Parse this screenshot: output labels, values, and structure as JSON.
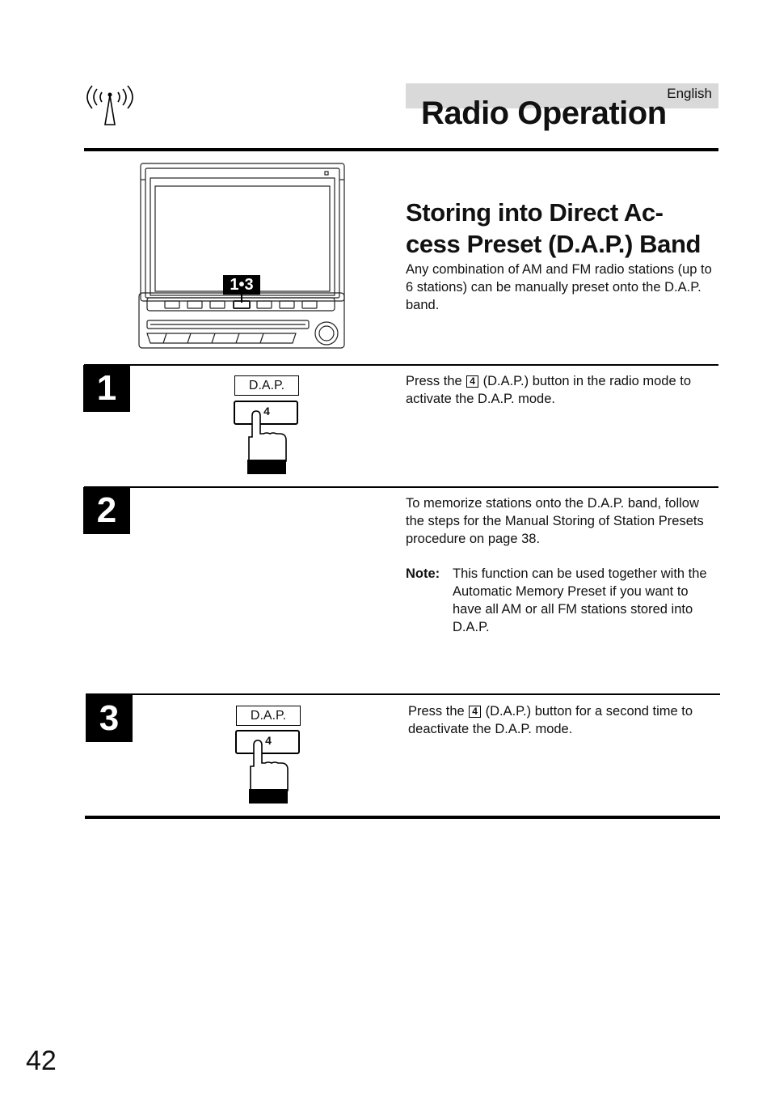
{
  "header": {
    "language": "English",
    "title": "Radio Operation",
    "icon": "antenna-icon"
  },
  "section": {
    "title": "Storing into Direct Ac-\ncess Preset (D.A.P.) Band",
    "intro": "Any combination of AM and FM radio stations (up to 6 stations) can be manually preset onto the D.A.P. band.",
    "figure_callout": "1•3"
  },
  "steps": [
    {
      "number": "1",
      "button_label": "D.A.P.",
      "button_key": "4",
      "text_before": "Press the",
      "key": "4",
      "text_after": "(D.A.P.) button in the radio mode to activate the D.A.P. mode."
    },
    {
      "number": "2",
      "text": "To memorize stations onto the D.A.P. band, follow the steps for the Manual Storing of Station Presets procedure on page 38.",
      "note_label": "Note:",
      "note_text": "This function can be used together with the Automatic Memory Preset if you want to have all AM or all FM stations stored into D.A.P."
    },
    {
      "number": "3",
      "button_label": "D.A.P.",
      "button_key": "4",
      "text_before": "Press the",
      "key": "4",
      "text_after": "(D.A.P.) button for a second time to deactivate the D.A.P. mode."
    }
  ],
  "page_number": "42"
}
